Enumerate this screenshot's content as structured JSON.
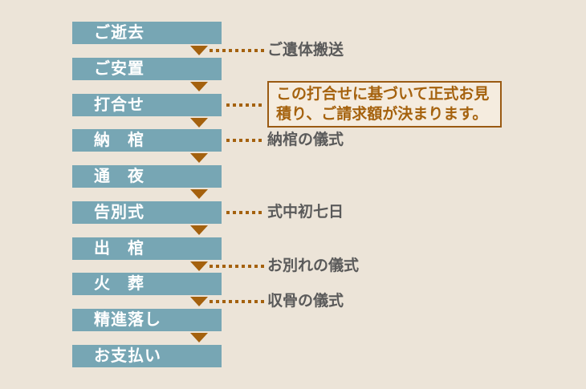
{
  "colors": {
    "background": "#ece4d8",
    "step_box": "#77a6b4",
    "step_text": "#ffffff",
    "accent_brown": "#a4610e",
    "side_label_gray": "#5a5a5a",
    "note_border": "#9a5a12",
    "note_background": "#f5ecdf",
    "note_text": "#a5620e"
  },
  "steps": [
    {
      "label": "ご逝去"
    },
    {
      "label": "ご安置"
    },
    {
      "label": "打合せ"
    },
    {
      "label": "納　棺"
    },
    {
      "label": "通　夜"
    },
    {
      "label": "告別式"
    },
    {
      "label": "出　棺"
    },
    {
      "label": "火　葬"
    },
    {
      "label": "精進落し"
    },
    {
      "label": "お支払い"
    }
  ],
  "annotations": {
    "body_transport": "ご遺体搬送",
    "encoffining_rite": "納棺の儀式",
    "first_seven_days_rite": "式中初七日",
    "farewell_rite": "お別れの儀式",
    "bone_collecting_rite": "収骨の儀式"
  },
  "note": {
    "lines": [
      "この打合せに基づいて正式お見",
      "積り、ご請求額が決まります。"
    ]
  }
}
